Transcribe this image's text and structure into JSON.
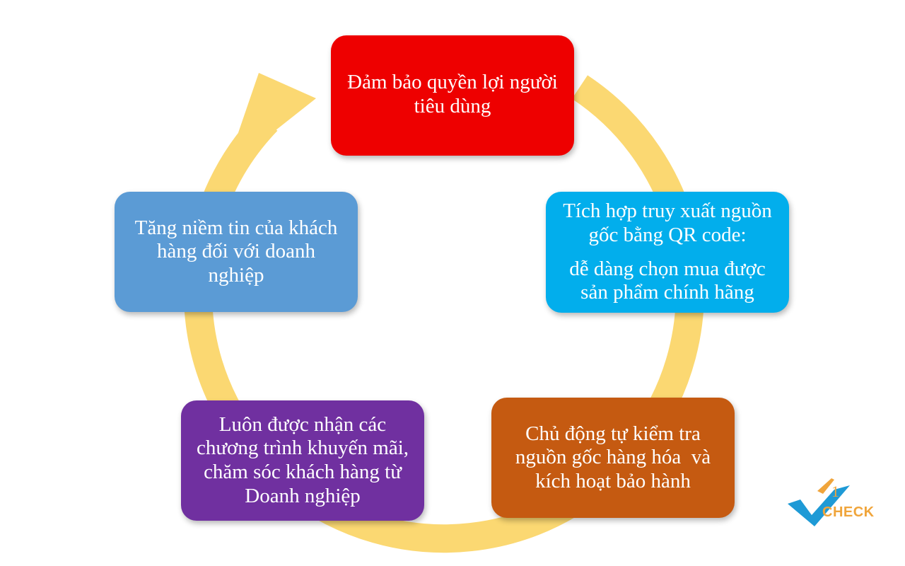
{
  "diagram": {
    "type": "cycle",
    "arrow_color": "#fbd872",
    "steps": [
      {
        "id": "top",
        "color": "#ee0000",
        "lines": [
          "Đảm bảo quyền lợi người",
          "tiêu dùng"
        ]
      },
      {
        "id": "right",
        "color": "#02aeec",
        "lines_a": [
          "Tích hợp truy xuất nguồn",
          "gốc bằng QR code:"
        ],
        "lines_b": [
          "dễ dàng chọn mua được",
          "sản phẩm chính hãng"
        ]
      },
      {
        "id": "bottom-right",
        "color": "#c55a11",
        "lines": [
          "Chủ động tự kiểm tra",
          "nguồn gốc hàng hóa  và",
          "kích hoạt bảo hành"
        ]
      },
      {
        "id": "bottom-left",
        "color": "#7030a0",
        "lines": [
          "Luôn được nhận các",
          "chương trình khuyến mãi,",
          "chăm sóc khách hàng từ",
          "Doanh nghiệp"
        ]
      },
      {
        "id": "left",
        "color": "#5b9bd5",
        "lines": [
          "Tăng niềm tin của khách",
          "hàng đối với doanh",
          "nghiệp"
        ]
      }
    ]
  },
  "logo": {
    "text": "CHECK",
    "mark_text": "1",
    "check_color": "#1e9ad6",
    "text_color": "#f0a53b"
  }
}
